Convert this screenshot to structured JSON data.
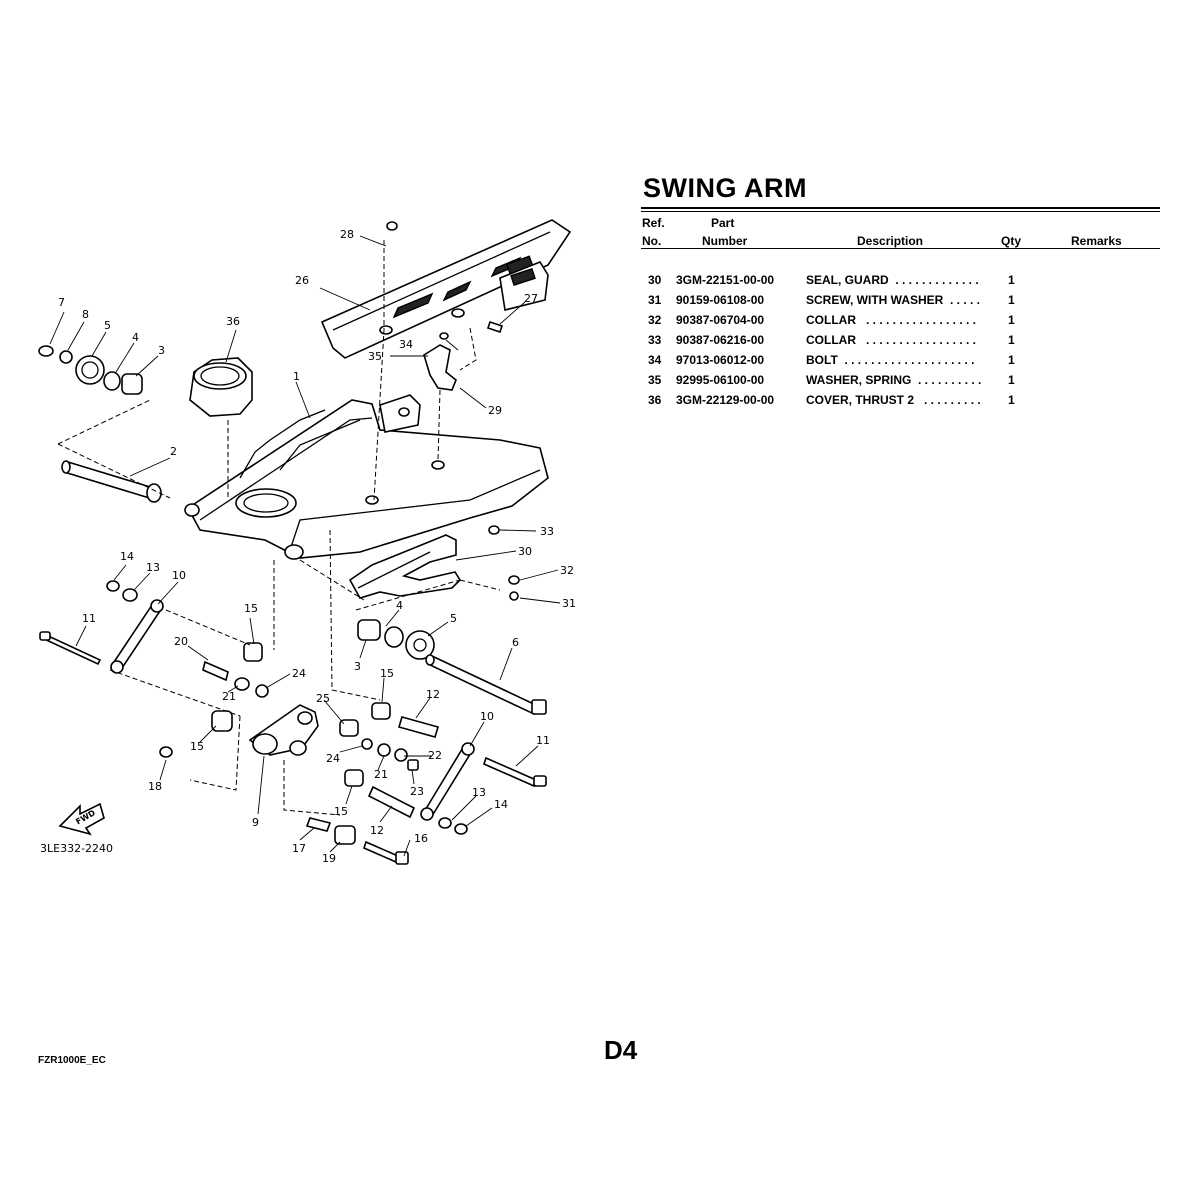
{
  "title": "SWING ARM",
  "table": {
    "headers": {
      "ref_line1": "Ref.",
      "ref_line2": "No.",
      "part_line1": "Part",
      "part_line2": "Number",
      "description": "Description",
      "qty": "Qty",
      "remarks": "Remarks"
    },
    "rows": [
      {
        "ref": "30",
        "part": "3GM-22151-00-00",
        "desc": "SEAL, GUARD  . . . . . . . . . . . . .",
        "qty": "1"
      },
      {
        "ref": "31",
        "part": "90159-06108-00",
        "desc": "SCREW, WITH WASHER  . . . . .",
        "qty": "1"
      },
      {
        "ref": "32",
        "part": "90387-06704-00",
        "desc": "COLLAR   . . . . . . . . . . . . . . . . .",
        "qty": "1"
      },
      {
        "ref": "33",
        "part": "90387-06216-00",
        "desc": "COLLAR   . . . . . . . . . . . . . . . . .",
        "qty": "1"
      },
      {
        "ref": "34",
        "part": "97013-06012-00",
        "desc": "BOLT  . . . . . . . . . . . . . . . . . . . .",
        "qty": "1"
      },
      {
        "ref": "35",
        "part": "92995-06100-00",
        "desc": "WASHER, SPRING  . . . . . . . . . .",
        "qty": "1"
      },
      {
        "ref": "36",
        "part": "3GM-22129-00-00",
        "desc": "COVER, THRUST 2   . . . . . . . . .",
        "qty": "1"
      }
    ]
  },
  "diagram": {
    "code": "3LE332-2240",
    "fwd": "FWD",
    "callouts": {
      "c1": "1",
      "c2": "2",
      "c3a": "3",
      "c3b": "3",
      "c4a": "4",
      "c4b": "4",
      "c5a": "5",
      "c5b": "5",
      "c6": "6",
      "c7": "7",
      "c8": "8",
      "c9": "9",
      "c10a": "10",
      "c10b": "10",
      "c11a": "11",
      "c11b": "11",
      "c12a": "12",
      "c12b": "12",
      "c13a": "13",
      "c13b": "13",
      "c14a": "14",
      "c14b": "14",
      "c15a": "15",
      "c15b": "15",
      "c15c": "15",
      "c15d": "15",
      "c16": "16",
      "c17": "17",
      "c18": "18",
      "c19": "19",
      "c20": "20",
      "c21a": "21",
      "c21b": "21",
      "c22": "22",
      "c23": "23",
      "c24a": "24",
      "c24b": "24",
      "c25": "25",
      "c26": "26",
      "c27": "27",
      "c28": "28",
      "c29": "29",
      "c30": "30",
      "c31": "31",
      "c32": "32",
      "c33": "33",
      "c34": "34",
      "c35": "35",
      "c36": "36"
    }
  },
  "footer": {
    "model": "FZR1000E_EC",
    "page": "D4"
  }
}
